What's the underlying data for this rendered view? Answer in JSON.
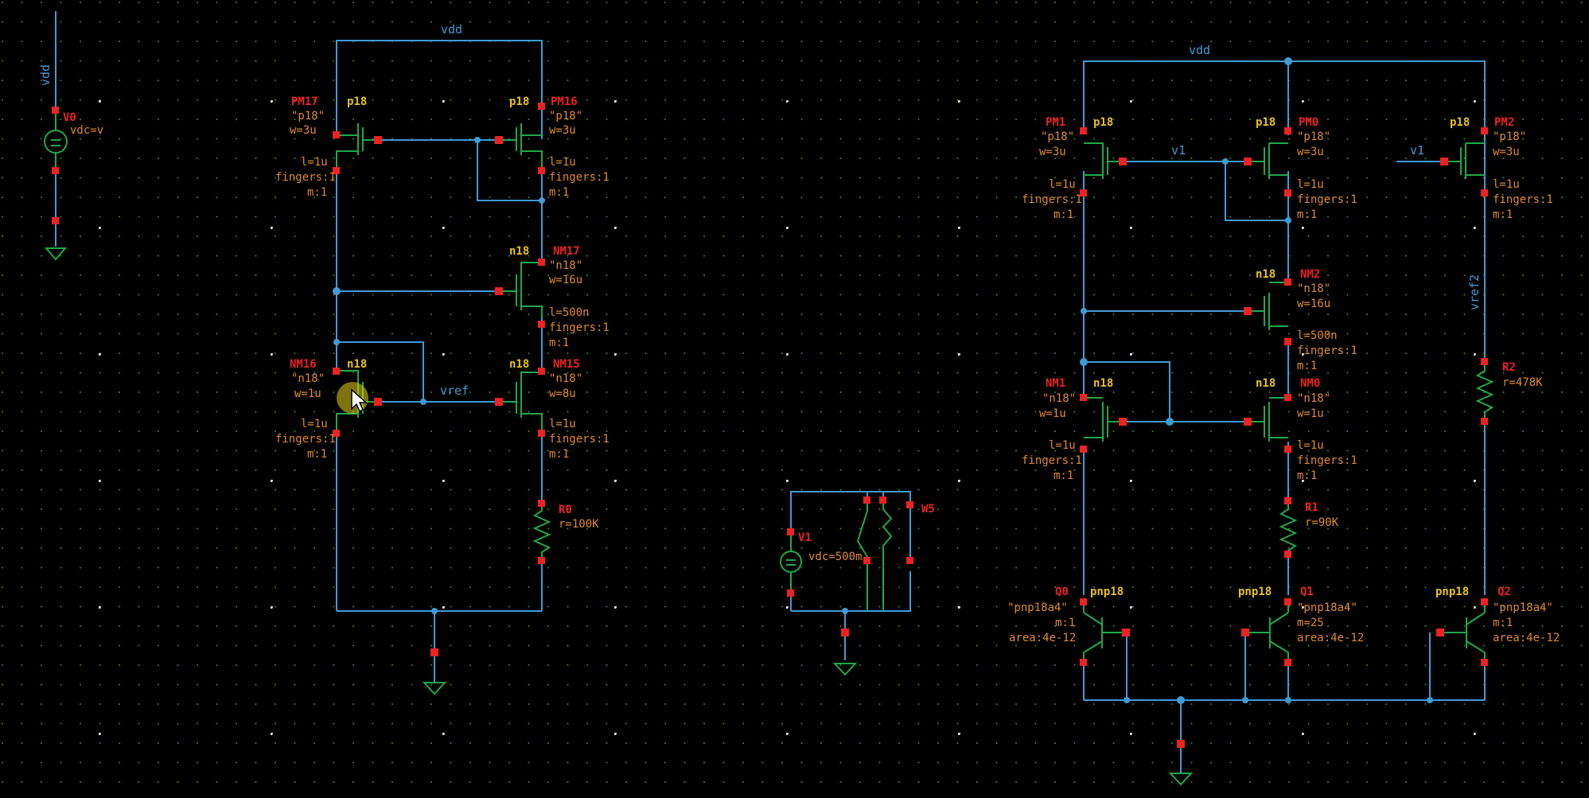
{
  "left_circuit": {
    "vdd_label": "vdd",
    "v0": {
      "ref": "V0",
      "param": "vdc=v",
      "net": "vdd"
    },
    "pm17": {
      "ref": "PM17",
      "cell": "p18",
      "model": "\"p18\"",
      "w": "w=3u",
      "l": "l=1u",
      "fingers": "fingers:1",
      "m": "m:1"
    },
    "pm16": {
      "ref": "PM16",
      "cell": "p18",
      "model": "\"p18\"",
      "w": "w=3u",
      "l": "l=1u",
      "fingers": "fingers:1",
      "m": "m:1"
    },
    "nm17": {
      "ref": "NM17",
      "cell": "n18",
      "model": "\"n18\"",
      "w": "w=16u",
      "l": "l=500n",
      "fingers": "fingers:1",
      "m": "m:1"
    },
    "nm16": {
      "ref": "NM16",
      "cell": "n18",
      "model": "\"n18\"",
      "w": "w=1u",
      "l": "l=1u",
      "fingers": "fingers:1",
      "m": "m:1"
    },
    "nm15": {
      "ref": "NM15",
      "cell": "n18",
      "model": "\"n18\"",
      "w": "w=8u",
      "l": "l=1u",
      "fingers": "fingers:1",
      "m": "m:1"
    },
    "vref_label": "vref",
    "r0": {
      "ref": "R0",
      "value": "r=100K"
    }
  },
  "middle_circuit": {
    "v1": {
      "ref": "V1",
      "param": "vdc=500m"
    },
    "w5": {
      "ref": "W5"
    }
  },
  "right_circuit": {
    "vdd_label": "vdd",
    "v1_net": "v1",
    "v1_net_right": "v1",
    "vref2_label": "vref2",
    "pm1": {
      "ref": "PM1",
      "cell": "p18",
      "model": "\"p18\"",
      "w": "w=3u",
      "l": "l=1u",
      "fingers": "fingers:1",
      "m": "m:1"
    },
    "pm0": {
      "ref": "PM0",
      "cell": "p18",
      "model": "\"p18\"",
      "w": "w=3u",
      "l": "l=1u",
      "fingers": "fingers:1",
      "m": "m:1"
    },
    "pm2": {
      "ref": "PM2",
      "cell": "p18",
      "model": "\"p18\"",
      "w": "w=3u",
      "l": "l=1u",
      "fingers": "fingers:1",
      "m": "m:1"
    },
    "nm2": {
      "ref": "NM2",
      "cell": "n18",
      "model": "\"n18\"",
      "w": "w=16u",
      "l": "l=500n",
      "fingers": "fingers:1",
      "m": "m:1"
    },
    "nm1": {
      "ref": "NM1",
      "cell": "n18",
      "model": "\"n18\"",
      "w": "w=1u",
      "l": "l=1u",
      "fingers": "fingers:1",
      "m": "m:1"
    },
    "nm0": {
      "ref": "NM0",
      "cell": "n18",
      "model": "\"n18\"",
      "w": "w=1u",
      "l": "l=1u",
      "fingers": "fingers:1",
      "m": "m:1"
    },
    "r1": {
      "ref": "R1",
      "value": "r=90K"
    },
    "r2": {
      "ref": "R2",
      "value": "r=478K"
    },
    "q0": {
      "ref": "Q0",
      "cell": "pnp18",
      "model": "\"pnp18a4\"",
      "m": "m:1",
      "area": "area:4e-12"
    },
    "q1": {
      "ref": "Q1",
      "cell": "pnp18",
      "model": "\"pnp18a4\"",
      "m": "m=25",
      "area": "area:4e-12"
    },
    "q2": {
      "ref": "Q2",
      "cell": "pnp18",
      "model": "\"pnp18a4\"",
      "m": "m:1",
      "area": "area:4e-12"
    }
  },
  "colors": {
    "background": "#000000",
    "wire": "#3f9bd6",
    "device": "#1fa84a",
    "pin": "#ee2222",
    "param_text": "#e08a2c",
    "cell_text": "#e9c21a",
    "cursor_highlight": "#e8d21a"
  },
  "cursor": {
    "icon": "arrow-cursor-icon"
  }
}
